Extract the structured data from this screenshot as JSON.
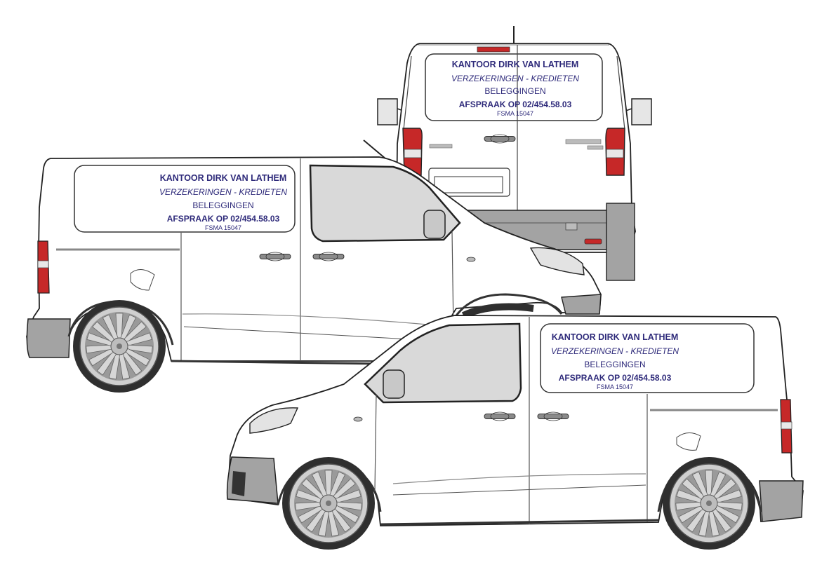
{
  "artwork": {
    "colors": {
      "body": "#ffffff",
      "outline": "#1a1a1a",
      "panel_line": "#555555",
      "trim": "#9e9e9e",
      "glass": "#d9d9d9",
      "light_red": "#c62828",
      "lettering": "#2e2a7a",
      "tyre": "#333333",
      "rim": "#c4c4c4"
    },
    "views": [
      "rear",
      "left-side",
      "right-side"
    ]
  },
  "lettering": {
    "rear": {
      "line1": "KANTOOR DIRK VAN LATHEM",
      "line2": "VERZEKERINGEN - KREDIETEN",
      "line3": "BELEGGINGEN",
      "line4": "AFSPRAAK OP 02/454.58.03",
      "line5": "FSMA 15047"
    },
    "left_side": {
      "line1": "KANTOOR DIRK VAN LATHEM",
      "line2": "VERZEKERINGEN - KREDIETEN",
      "line3": "BELEGGINGEN",
      "line4": "AFSPRAAK OP 02/454.58.03",
      "line5": "FSMA 15047"
    },
    "right_side": {
      "line1": "KANTOOR DIRK VAN LATHEM",
      "line2": "VERZEKERINGEN - KREDIETEN",
      "line3": "BELEGGINGEN",
      "line4": "AFSPRAAK OP 02/454.58.03",
      "line5": "FSMA 15047"
    }
  }
}
